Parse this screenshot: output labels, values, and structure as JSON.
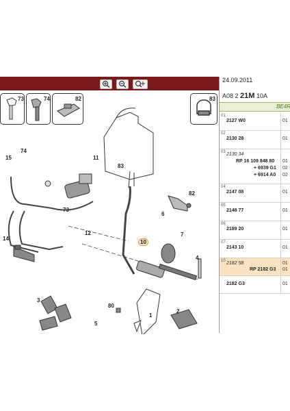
{
  "toolbar": {
    "zoom_in_icon": "zoom-in-icon",
    "zoom_out_icon": "zoom-out-icon",
    "fit_icon": "zoom-fit-icon"
  },
  "diagram": {
    "callouts": [
      "73",
      "74",
      "82",
      "83",
      "74",
      "15",
      "11",
      "83",
      "82",
      "6",
      "73",
      "14",
      "12",
      "10",
      "7",
      "4",
      "3",
      "80",
      "2",
      "5",
      "1"
    ]
  },
  "parts_list": {
    "date": "24.09.2011",
    "code_prefix": "A08 2",
    "code_main": "21M",
    "code_suffix": "10A",
    "engine": "BE4R",
    "rows": [
      {
        "index": "01",
        "lines": [
          {
            "text": "2127 W0",
            "qty": "01"
          }
        ]
      },
      {
        "index": "02",
        "lines": [
          {
            "text": "2130 28",
            "qty": "01"
          }
        ]
      },
      {
        "index": "03",
        "lines": [
          {
            "text": "2130 34",
            "qty": "",
            "italic": true
          },
          {
            "text": "RP 16 109 848 80",
            "qty": "01"
          },
          {
            "text": "+ 6939 G1",
            "qty": "02"
          },
          {
            "text": "+ 6914 A0",
            "qty": "02"
          }
        ]
      },
      {
        "index": "04",
        "lines": [
          {
            "text": "2147 08",
            "qty": "01"
          }
        ]
      },
      {
        "index": "05",
        "lines": [
          {
            "text": "2148 77",
            "qty": "01"
          }
        ]
      },
      {
        "index": "06",
        "lines": [
          {
            "text": "2189 20",
            "qty": "01"
          }
        ]
      },
      {
        "index": "07",
        "lines": [
          {
            "text": "2143 10",
            "qty": "01"
          }
        ]
      },
      {
        "index": "10",
        "highlight": true,
        "lines": [
          {
            "text": "2182 58",
            "qty": "01",
            "italic": true
          },
          {
            "text": "RP 2182 G3",
            "qty": "01"
          }
        ]
      },
      {
        "index": "",
        "lines": [
          {
            "text": "2182 G3",
            "qty": "01"
          }
        ]
      }
    ]
  }
}
